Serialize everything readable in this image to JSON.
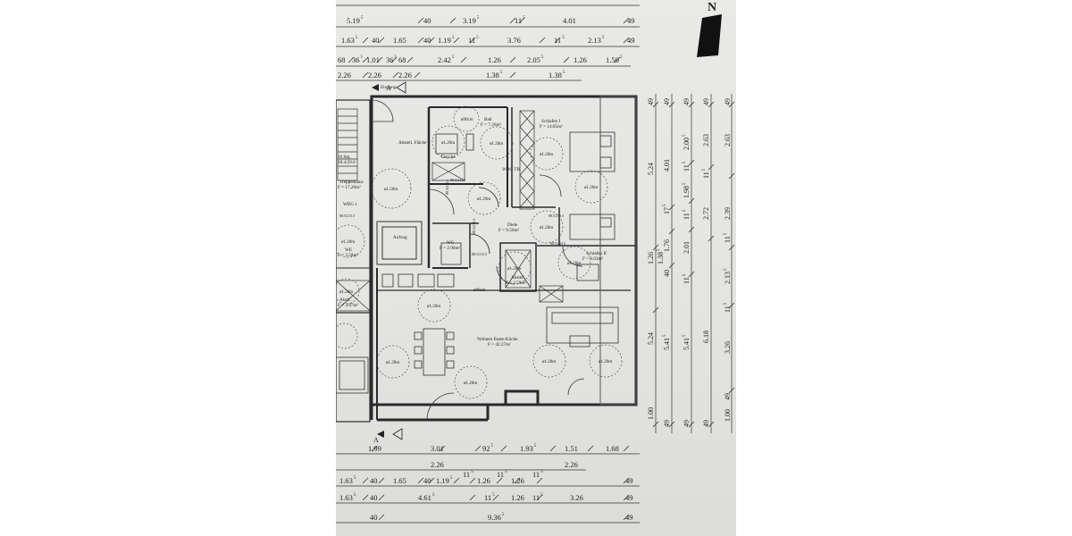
{
  "north_mark": "N",
  "top_dims": {
    "row1": [
      {
        "label": "5.19",
        "sup": "5"
      },
      {
        "label": "40"
      },
      {
        "label": "3.19",
        "sup": "5"
      },
      {
        "label": "11",
        "sup": "5"
      },
      {
        "label": "4.01"
      },
      {
        "label": "49"
      }
    ],
    "row2": [
      {
        "label": "1.63",
        "sup": "5"
      },
      {
        "label": "40"
      },
      {
        "label": "1.65"
      },
      {
        "label": "40"
      },
      {
        "label": "1.19",
        "sup": "5"
      },
      {
        "label": "11",
        "sup": "5"
      },
      {
        "label": "3.76"
      },
      {
        "label": "11",
        "sup": "5"
      },
      {
        "label": "2.13",
        "sup": "5"
      },
      {
        "label": "49"
      }
    ],
    "row3": [
      {
        "label": "68"
      },
      {
        "label": "36",
        "sup": "5"
      },
      {
        "label": "1.01"
      },
      {
        "label": "36",
        "sup": "5"
      },
      {
        "label": "68"
      },
      {
        "label": "2.42",
        "sup": "5"
      },
      {
        "label": "1.26"
      },
      {
        "label": "2.05",
        "sup": "5"
      },
      {
        "label": "1.26"
      },
      {
        "label": "1.50",
        "sup": "5"
      }
    ],
    "row4": [
      {
        "label": "2.26"
      },
      {
        "label": "2.26"
      },
      {
        "label": "2.26"
      },
      {
        "label": "1.38",
        "sup": "5"
      },
      {
        "label": "1.38",
        "sup": "5"
      }
    ]
  },
  "section_marker": "A",
  "rooms": [
    {
      "name": "Eingang",
      "area": ""
    },
    {
      "name": "Bad",
      "area": "F = 7.26m²"
    },
    {
      "name": "Schlafen I",
      "area": "F = 14.85m²"
    },
    {
      "name": "Abstell. Fläche",
      "area": ""
    },
    {
      "name": "Dusche",
      "area": ""
    },
    {
      "name": "WBG TB",
      "area": ""
    },
    {
      "name": "Treppenhaus",
      "area": "F = 17.20m²"
    },
    {
      "name": "Diele",
      "area": "F = 9.56m²"
    },
    {
      "name": "WC",
      "area": "F = 2.90m²"
    },
    {
      "name": "Aufzug",
      "area": ""
    },
    {
      "name": "Schlafen II",
      "area": "F = 9.63m²"
    },
    {
      "name": "Abstell.",
      "area": "F = 2.59m²"
    },
    {
      "name": "Wohnen Essen Küche",
      "area": "F = 42.27m²"
    },
    {
      "name": "WE",
      "area": "F = 3.58m²"
    },
    {
      "name": "Abstl.",
      "area": "F = 3.87m²"
    },
    {
      "name": "16 Stg.",
      "area": "18.4/29.0"
    },
    {
      "name": "WBG 1",
      "area": ""
    }
  ],
  "circle_labels": [
    "ø1.20m",
    "ø1.20m",
    "ø1.20m",
    "ø1.50m",
    "ø1.20m",
    "ø1.20m",
    "ø1.20m",
    "ø1.20m",
    "ø1.20m",
    "ø1.20m",
    "ø1.20m",
    "ø1.20m",
    "ø1.20m",
    "ø1.20m",
    "ø1.20m",
    "ø1.20m",
    "ø90cm",
    "ø90cm"
  ],
  "door_tags": [
    "88.5/213.5",
    "88.5/213.5",
    "88.5/213.5",
    "88.5/213.5",
    "88.5/213.5",
    "88.5/213.5",
    "88.5/213.5"
  ],
  "right_dims": {
    "col1": [
      {
        "label": "49"
      },
      {
        "label": "5.24"
      },
      {
        "label": "1.26"
      },
      {
        "label": "5.24"
      },
      {
        "label": "1.00"
      }
    ],
    "col2": [
      {
        "label": "49"
      },
      {
        "label": "4.01"
      },
      {
        "label": "17",
        "sup": "5"
      },
      {
        "label": "1.76"
      },
      {
        "label": "1.38",
        "sup": "5"
      },
      {
        "label": "40"
      },
      {
        "label": "5.41",
        "sup": "5"
      },
      {
        "label": "49"
      }
    ],
    "col3": [
      {
        "label": "49"
      },
      {
        "label": "2.00",
        "sup": "5"
      },
      {
        "label": "11",
        "sup": "5"
      },
      {
        "label": "1.98",
        "sup": "5"
      },
      {
        "label": "11",
        "sup": "5"
      },
      {
        "label": "2.01"
      },
      {
        "label": "11",
        "sup": "5"
      },
      {
        "label": "5.41",
        "sup": "5"
      },
      {
        "label": "49"
      }
    ],
    "col4": [
      {
        "label": "49"
      },
      {
        "label": "2.63"
      },
      {
        "label": "11",
        "sup": "5"
      },
      {
        "label": "2.72"
      },
      {
        "label": "6.18"
      },
      {
        "label": "49"
      }
    ],
    "col5": [
      {
        "label": "49"
      },
      {
        "label": "2.63"
      },
      {
        "label": "2.39"
      },
      {
        "label": "11",
        "sup": "5"
      },
      {
        "label": "2.13",
        "sup": "5"
      },
      {
        "label": "11",
        "sup": "5"
      },
      {
        "label": "3.26"
      },
      {
        "label": "49"
      },
      {
        "label": "1.00"
      }
    ]
  },
  "bottom_dims": {
    "row1": [
      {
        "label": "1.99"
      },
      {
        "label": "3.01"
      },
      {
        "label": "92",
        "sup": "5"
      },
      {
        "label": "1.93",
        "sup": "5"
      },
      {
        "label": "1.51"
      },
      {
        "label": "1.68"
      }
    ],
    "row2": [
      {
        "label": "2.26"
      },
      {
        "label": "2.26"
      }
    ],
    "row3": [
      {
        "label": "1.63",
        "sup": "5"
      },
      {
        "label": "40"
      },
      {
        "label": "1.65"
      },
      {
        "label": "40"
      },
      {
        "label": "1.19",
        "sup": "5"
      },
      {
        "label": "11",
        "sup": "5"
      },
      {
        "label": "1.26"
      },
      {
        "label": "11",
        "sup": "5"
      },
      {
        "label": "1.26"
      },
      {
        "label": "11",
        "sup": "5"
      },
      {
        "label": "49"
      }
    ],
    "row4": [
      {
        "label": "1.63",
        "sup": "5"
      },
      {
        "label": "40"
      },
      {
        "label": "4.61",
        "sup": "5"
      },
      {
        "label": "11",
        "sup": "5"
      },
      {
        "label": "1.26"
      },
      {
        "label": "11",
        "sup": "5"
      },
      {
        "label": "3.26"
      },
      {
        "label": "49"
      }
    ],
    "row5": [
      {
        "label": "40"
      },
      {
        "label": "9.36",
        "sup": "5"
      },
      {
        "label": "49"
      }
    ]
  }
}
